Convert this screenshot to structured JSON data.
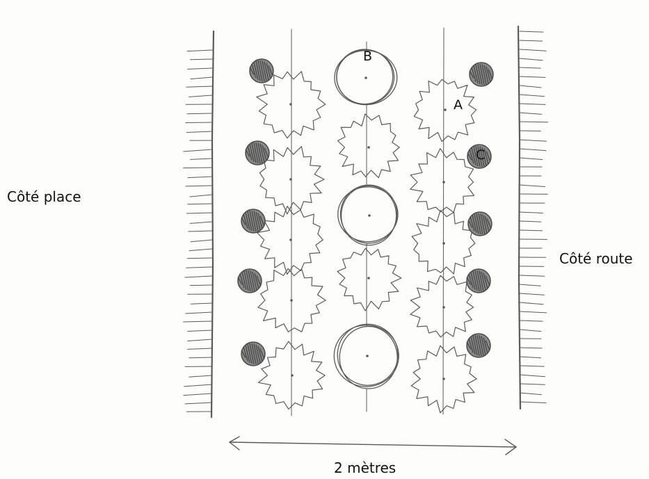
{
  "labels": {
    "left_side": "Côté place",
    "right_side": "Côté route",
    "width": "2 mètres"
  },
  "letters": {
    "a": "A",
    "b": "B",
    "c": "C"
  },
  "colors": {
    "pencil": "#5a5a5a",
    "shading": "#4a4a4a",
    "paper": "#fdfdfc"
  }
}
